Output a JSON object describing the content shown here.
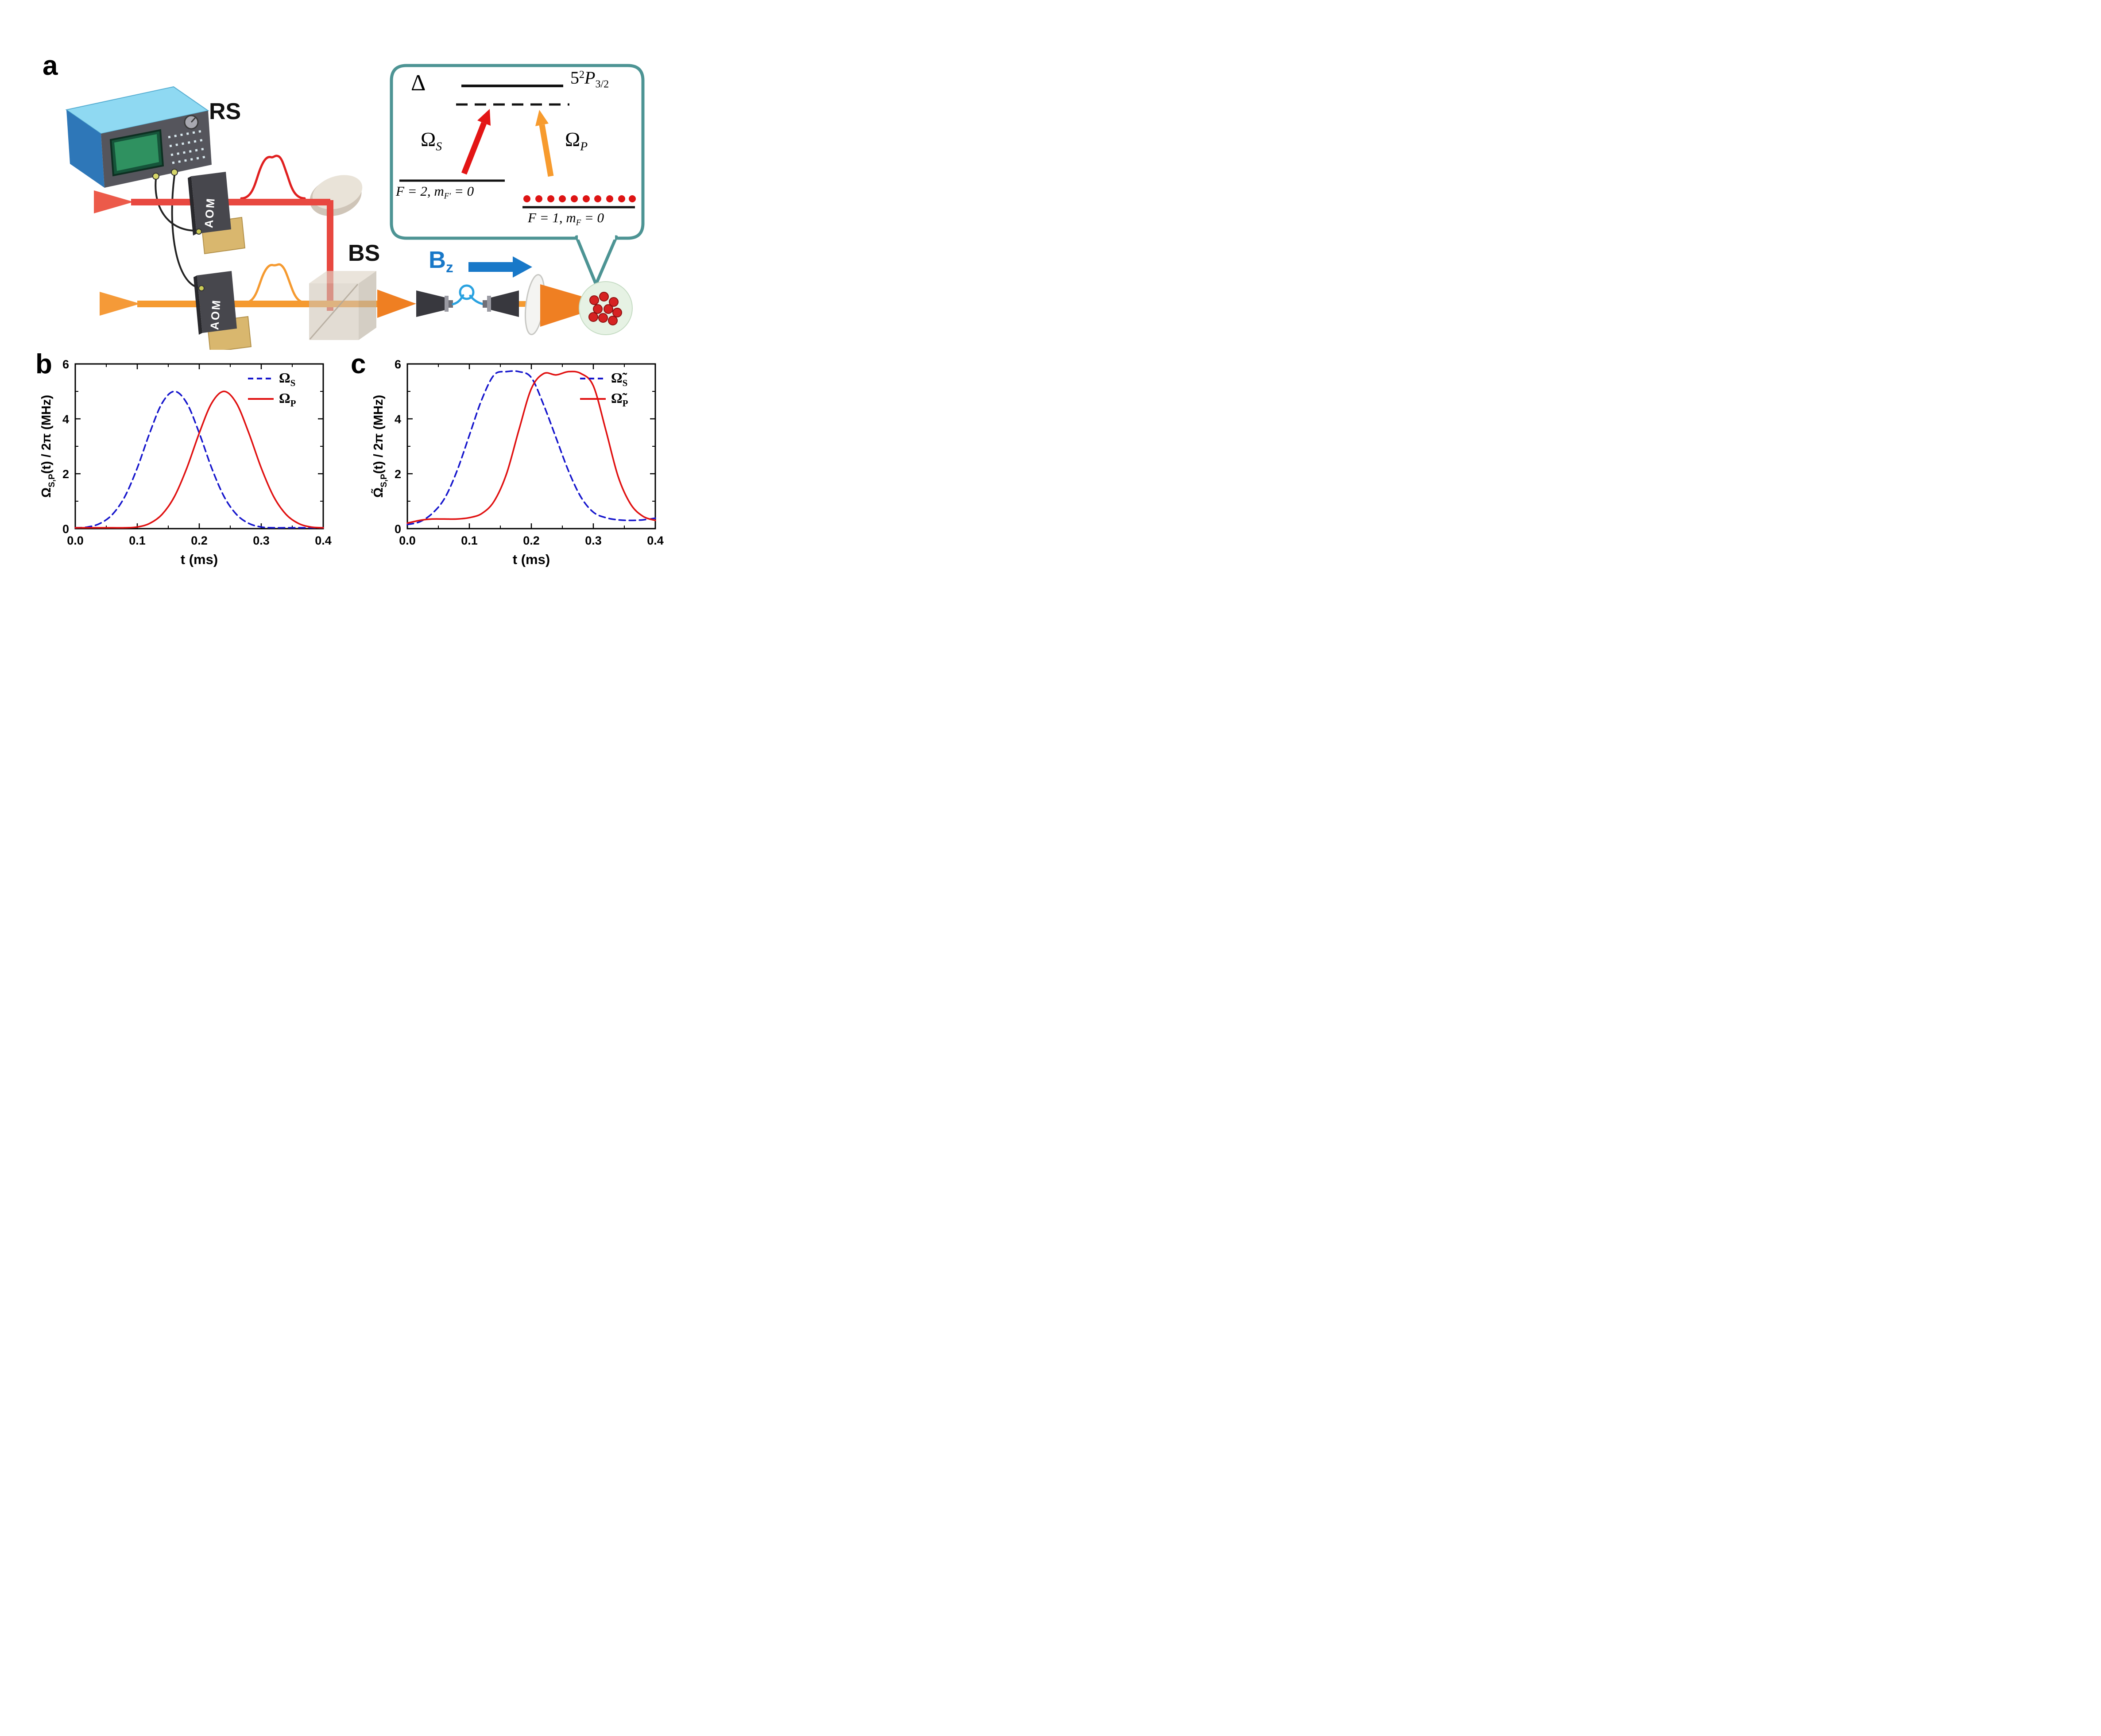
{
  "figure": {
    "panel_a_label": "a",
    "panel_b_label": "b",
    "panel_c_label": "c"
  },
  "panel_a": {
    "rs_label": "RS",
    "bs_label": "BS",
    "aom_label": "AOM",
    "bz": {
      "base": "B",
      "sub": "z"
    },
    "inset": {
      "delta": "Δ",
      "excited": {
        "base": "5",
        "sup": "2",
        "letter": "P",
        "sub": "3/2"
      },
      "omega_s": {
        "base": "Ω",
        "sub": "S"
      },
      "omega_p": {
        "base": "Ω",
        "sub": "P"
      },
      "ground_left": {
        "pre": "F = 2, m",
        "sub": "F′",
        "post": " = 0"
      },
      "ground_right": {
        "pre": "F = 1, m",
        "sub": "F",
        "post": " = 0"
      }
    }
  },
  "colors": {
    "pump_red": "#e31515",
    "stokes_orange": "#f79b2e",
    "field_blue": "#1878c8",
    "bubble_teal": "#4d9494",
    "series_blue": "#1515cc",
    "series_red": "#e01010"
  },
  "chart_data": [
    {
      "id": "b",
      "type": "line",
      "xlabel": "t (ms)",
      "ylabel_parts": [
        {
          "t": "Ω"
        },
        {
          "t": "S,P",
          "sub": true
        },
        {
          "t": "(t) / 2π (MHz)"
        }
      ],
      "xlim": [
        0,
        0.4
      ],
      "ylim": [
        0,
        6
      ],
      "xticks": [
        "0.0",
        "0.1",
        "0.2",
        "0.3",
        "0.4"
      ],
      "yticks": [
        "0",
        "2",
        "4",
        "6"
      ],
      "legend_position": "top-right",
      "grid": false,
      "x": [
        0.0,
        0.02,
        0.04,
        0.06,
        0.08,
        0.1,
        0.12,
        0.14,
        0.16,
        0.18,
        0.2,
        0.22,
        0.24,
        0.26,
        0.28,
        0.3,
        0.32,
        0.34,
        0.36,
        0.38,
        0.4
      ],
      "series": [
        {
          "label_base": "Ω",
          "label_sub": "S",
          "color": "#1515cc",
          "dash": true,
          "y": [
            0.02,
            0.06,
            0.19,
            0.52,
            1.17,
            2.21,
            3.48,
            4.57,
            5.0,
            4.57,
            3.48,
            2.21,
            1.17,
            0.52,
            0.19,
            0.06,
            0.02,
            0.01,
            0.0,
            0.0,
            0.0
          ]
        },
        {
          "label_base": "Ω",
          "label_sub": "P",
          "color": "#e01010",
          "dash": false,
          "y": [
            0.0,
            0.0,
            0.0,
            0.01,
            0.02,
            0.06,
            0.19,
            0.52,
            1.17,
            2.21,
            3.48,
            4.57,
            5.0,
            4.57,
            3.48,
            2.21,
            1.17,
            0.52,
            0.19,
            0.06,
            0.02
          ]
        }
      ]
    },
    {
      "id": "c",
      "type": "line",
      "xlabel": "t (ms)",
      "ylabel_parts": [
        {
          "t": "Ω̃"
        },
        {
          "t": "S,P",
          "sub": true
        },
        {
          "t": "(t) / 2π (MHz)"
        }
      ],
      "xlim": [
        0,
        0.4
      ],
      "ylim": [
        0,
        6
      ],
      "xticks": [
        "0.0",
        "0.1",
        "0.2",
        "0.3",
        "0.4"
      ],
      "yticks": [
        "0",
        "2",
        "4",
        "6"
      ],
      "legend_position": "top-right",
      "grid": false,
      "x": [
        0.0,
        0.02,
        0.04,
        0.06,
        0.08,
        0.1,
        0.12,
        0.14,
        0.16,
        0.18,
        0.2,
        0.22,
        0.24,
        0.26,
        0.28,
        0.3,
        0.32,
        0.34,
        0.36,
        0.38,
        0.4
      ],
      "series": [
        {
          "label_base": "Ω̃",
          "label_sub": "S",
          "color": "#1515cc",
          "dash": true,
          "y": [
            0.15,
            0.25,
            0.55,
            1.1,
            2.1,
            3.4,
            4.7,
            5.6,
            5.72,
            5.72,
            5.5,
            4.5,
            3.3,
            2.1,
            1.15,
            0.6,
            0.4,
            0.32,
            0.3,
            0.32,
            0.38
          ]
        },
        {
          "label_base": "Ω̃",
          "label_sub": "P",
          "color": "#e01010",
          "dash": false,
          "y": [
            0.2,
            0.3,
            0.35,
            0.35,
            0.35,
            0.4,
            0.55,
            1.0,
            2.0,
            3.6,
            5.1,
            5.65,
            5.6,
            5.72,
            5.65,
            5.2,
            3.6,
            1.9,
            0.9,
            0.45,
            0.3
          ]
        }
      ]
    }
  ]
}
